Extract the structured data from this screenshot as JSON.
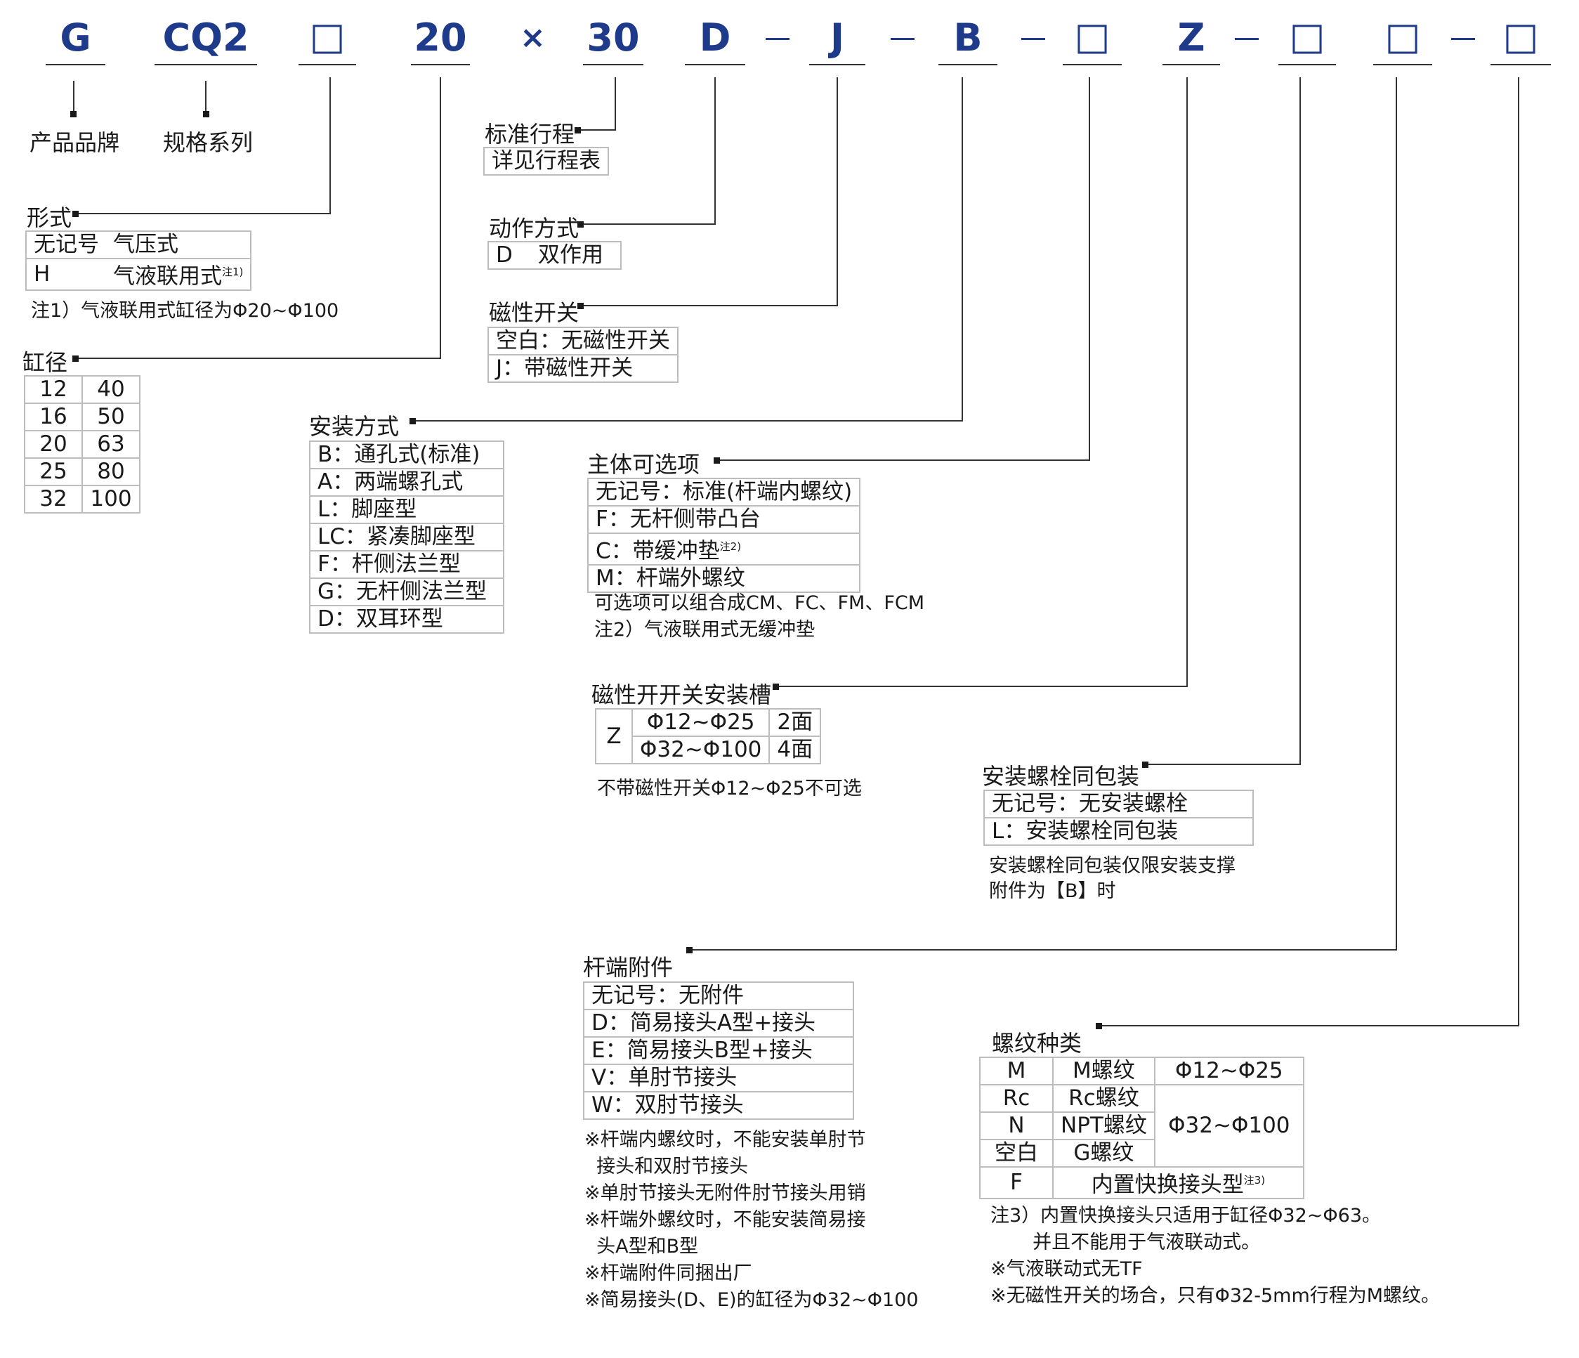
{
  "code": [
    "G",
    "CQ2",
    "□",
    "20",
    "×",
    "30",
    "D",
    "J",
    "B",
    "□",
    "Z",
    "□",
    "□",
    "□"
  ],
  "dash": "—",
  "brand": "产品品牌",
  "series": "规格系列",
  "stroke": {
    "title": "标准行程",
    "value": "详见行程表"
  },
  "action": {
    "title": "动作方式",
    "rows": [
      [
        "D",
        "双作用"
      ]
    ]
  },
  "magnetic": {
    "title": "磁性开关",
    "rows": [
      "空白：无磁性开关",
      "J：带磁性开关"
    ]
  },
  "form": {
    "title": "形式",
    "rows": [
      [
        "无记号",
        "气压式",
        ""
      ],
      [
        "H",
        "气液联用式",
        "注1)"
      ]
    ],
    "note": "注1）气液联用式缸径为Φ20~Φ100"
  },
  "bore": {
    "title": "缸径",
    "rows": [
      [
        "12",
        "40"
      ],
      [
        "16",
        "50"
      ],
      [
        "20",
        "63"
      ],
      [
        "25",
        "80"
      ],
      [
        "32",
        "100"
      ]
    ]
  },
  "mount": {
    "title": "安装方式",
    "rows": [
      "B：通孔式(标准)",
      "A：两端螺孔式",
      "L：脚座型",
      "LC：紧凑脚座型",
      "F：杆侧法兰型",
      "G：无杆侧法兰型",
      "D：双耳环型"
    ]
  },
  "body_option": {
    "title": "主体可选项",
    "rows": [
      [
        "无记号：标准(杆端内螺纹)",
        ""
      ],
      [
        "F：无杆侧带凸台",
        ""
      ],
      [
        "C：带缓冲垫",
        "注2)"
      ],
      [
        "M：杆端外螺纹",
        ""
      ]
    ],
    "notes": [
      "可选项可以组合成CM、FC、FM、FCM",
      "注2）气液联用式无缓冲垫"
    ]
  },
  "switch_slot": {
    "title": "磁性开开关安装槽",
    "code": "Z",
    "rows": [
      [
        "Φ12~Φ25",
        "2面"
      ],
      [
        "Φ32~Φ100",
        "4面"
      ]
    ],
    "note": "不带磁性开关Φ12~Φ25不可选"
  },
  "bolt": {
    "title": "安装螺栓同包装",
    "rows": [
      "无记号：无安装螺栓",
      "L：安装螺栓同包装"
    ],
    "notes": [
      "安装螺栓同包装仅限安装支撑",
      "附件为【B】时"
    ]
  },
  "rod_end": {
    "title": "杆端附件",
    "rows": [
      "无记号：无附件",
      "D：简易接头A型+接头",
      "E：简易接头B型+接头",
      "V：单肘节接头",
      "W：双肘节接头"
    ],
    "notes": [
      "※杆端内螺纹时，不能安装单肘节",
      "  接头和双肘节接头",
      "※单肘节接头无附件肘节接头用销",
      "※杆端外螺纹时，不能安装简易接",
      "  头A型和B型",
      "※杆端附件同捆出厂",
      "※简易接头(D、E)的缸径为Φ32~Φ100"
    ]
  },
  "thread": {
    "title": "螺纹种类",
    "rows": [
      [
        "M",
        "M螺纹"
      ],
      [
        "Rc",
        "Rc螺纹"
      ],
      [
        "N",
        "NPT螺纹"
      ],
      [
        "空白",
        "G螺纹"
      ],
      [
        "F",
        "内置快换接头型"
      ]
    ],
    "ranges": [
      "Φ12~Φ25",
      "Φ32~Φ100"
    ],
    "sup": "注3)",
    "notes": [
      "注3）内置快换接头只适用于缸径Φ32~Φ63。",
      "       并且不能用于气液联动式。",
      "※气液联动式无TF",
      "※无磁性开关的场合，只有Φ32-5mm行程为M螺纹。"
    ]
  }
}
